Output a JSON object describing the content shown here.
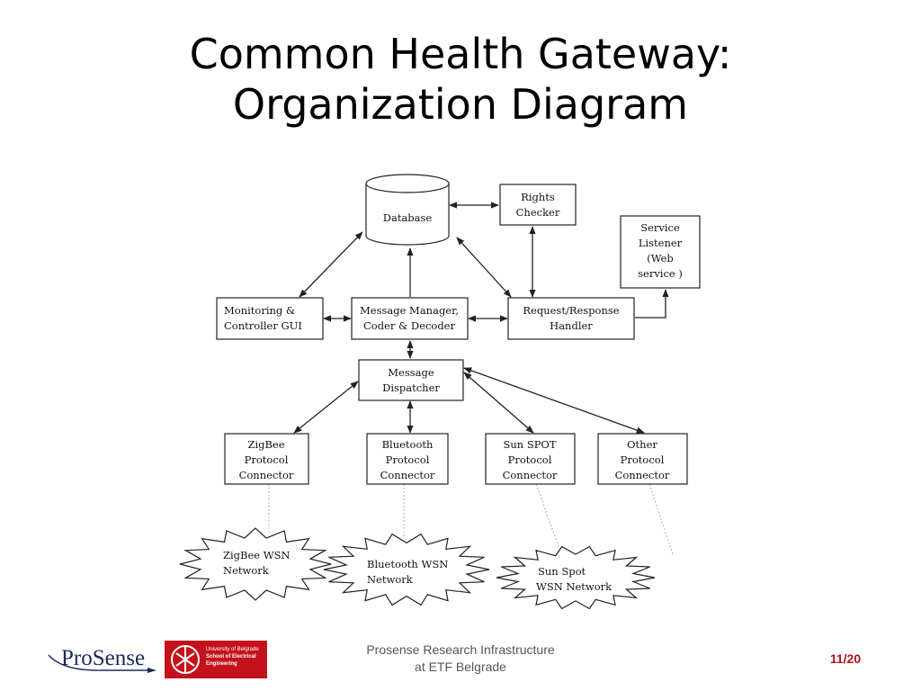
{
  "slide": {
    "title_line1": "Common Health Gateway:",
    "title_line2": "Organization Diagram",
    "page_number": "11/20"
  },
  "footer": {
    "line1": "Prosense Research Infrastructure",
    "line2": "at ETF Belgrade"
  },
  "logos": {
    "prosense_text": "ProSense",
    "etf_line1": "University of Belgrade",
    "etf_line2": "School of Electrical",
    "etf_line3": "Engineering",
    "brand_red": "#c4121c",
    "brand_navy": "#1a2a5a"
  },
  "diagram": {
    "database": "Database",
    "rights_checker": [
      "Rights",
      "Checker"
    ],
    "service_listener": [
      "Service",
      "Listener",
      "(Web",
      "service )"
    ],
    "monitoring_gui": [
      "Monitoring      &",
      "Controller    GUI"
    ],
    "message_manager": [
      "Message Manager,",
      "Coder & Decoder"
    ],
    "request_handler": [
      "Request/Response",
      "Handler"
    ],
    "message_dispatcher": [
      "Message",
      "Dispatcher"
    ],
    "zigbee_connector": [
      "ZigBee",
      "Protocol",
      "Connector"
    ],
    "bluetooth_connector": [
      "Bluetooth",
      "Protocol",
      "Connector"
    ],
    "sunspot_connector": [
      "Sun SPOT",
      "Protocol",
      "Connector"
    ],
    "other_connector": [
      "Other",
      "Protocol",
      "Connector"
    ],
    "zigbee_network": [
      "ZigBee      WSN",
      "Network"
    ],
    "bluetooth_network": [
      "Bluetooth   WSN",
      "Network"
    ],
    "sunspot_network": [
      "Sun          Spot",
      "WSN Network"
    ]
  }
}
